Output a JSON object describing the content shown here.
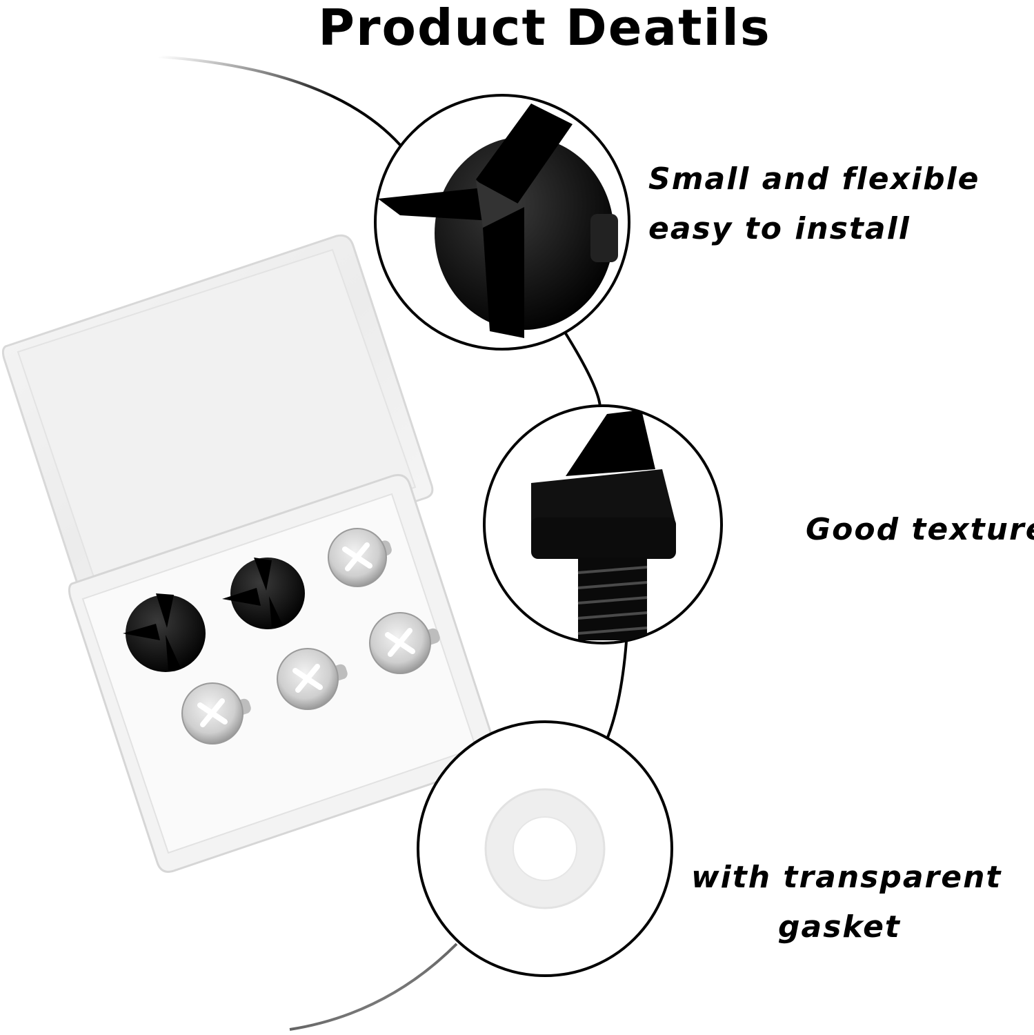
{
  "title": "Product Deatils",
  "features": [
    {
      "line1": "Small and flexible",
      "line2": "easy to install"
    },
    {
      "line1": "Good texture"
    },
    {
      "line1": "with transparent",
      "line2": "gasket"
    }
  ]
}
